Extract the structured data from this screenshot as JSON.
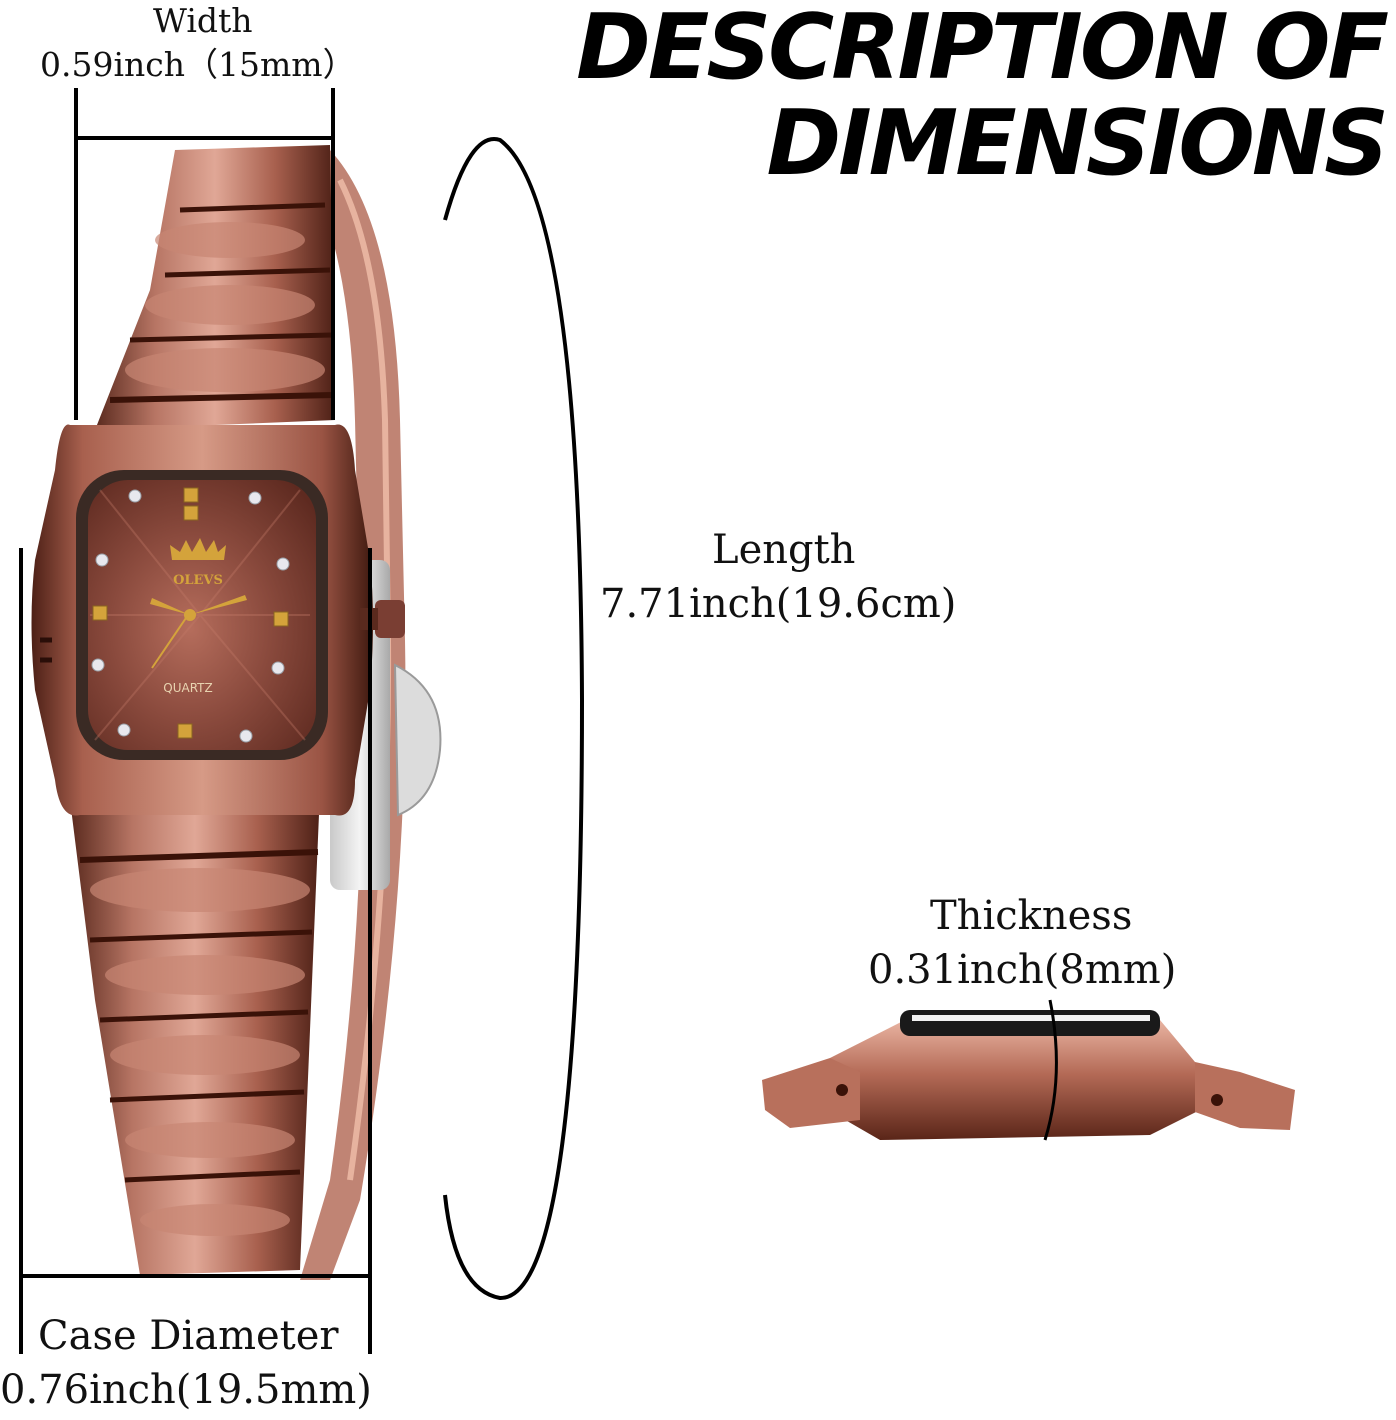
{
  "title": {
    "line1": "DESCRIPTION OF",
    "line2": "DIMENSIONS"
  },
  "width": {
    "label": "Width",
    "value": "0.59inch（15mm）"
  },
  "length": {
    "label": "Length",
    "value": "7.71inch(19.6cm)"
  },
  "thickness": {
    "label": "Thickness",
    "value": "0.31inch(8mm)"
  },
  "case_diameter": {
    "label": "Case Diameter",
    "value": "0.76inch(19.5mm)"
  },
  "watch": {
    "brand": "OLEVS",
    "dial_text": "QUARTZ",
    "colors": {
      "case": "#8a4a3a",
      "highlight": "#d69a86",
      "dial": "#7a3e33",
      "gold": "#d4a33b",
      "shadow": "#2a0e08"
    }
  }
}
